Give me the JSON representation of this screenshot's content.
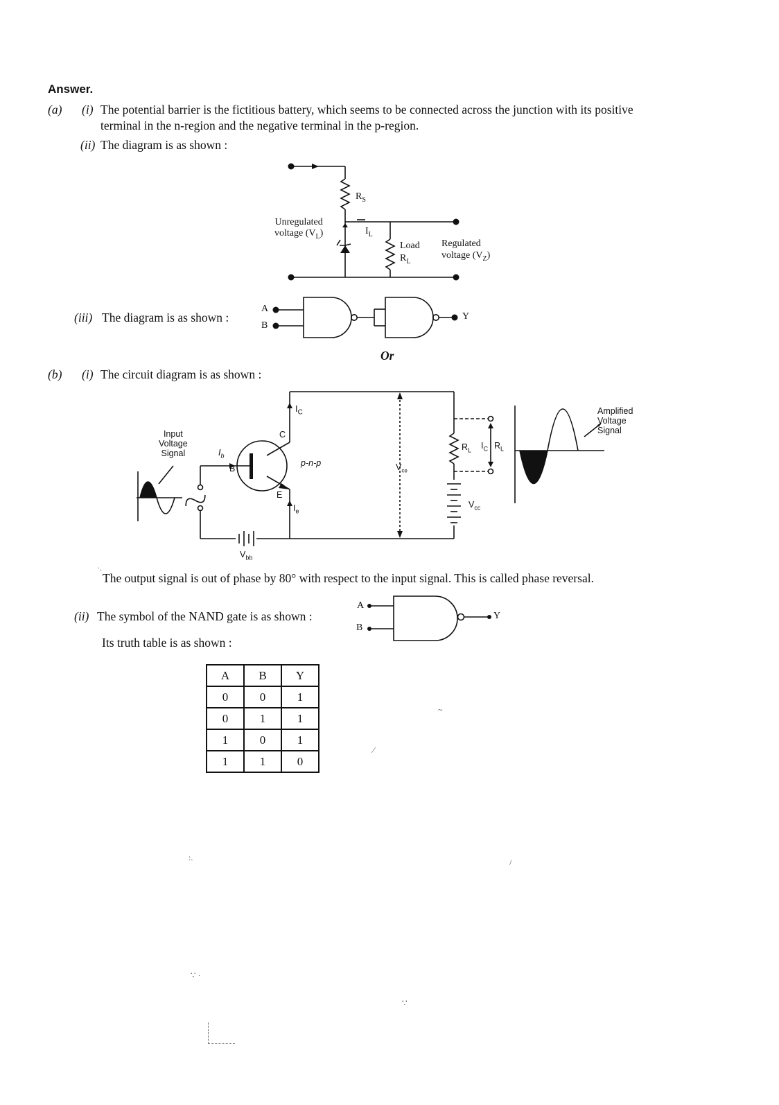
{
  "answer_heading": "Answer.",
  "part_a": {
    "label": "(a)",
    "i": {
      "label": "(i)",
      "line1": "The potential barrier is the fictitious battery, which seems to be connected across the junction with its positive",
      "line2": "terminal in the n-region and the negative terminal in the p-region."
    },
    "ii": {
      "label": "(ii)",
      "text": "The diagram is as shown :"
    },
    "zener": {
      "rs": "R",
      "rs_sub": "S",
      "il": "I",
      "il_sub": "L",
      "unreg_line1": "Unregulated",
      "unreg_line2": "voltage (V",
      "unreg_sub": "L",
      "load": "Load",
      "rl": "R",
      "rl_sub": "L",
      "reg_line1": "Regulated",
      "reg_line2": "voltage (V",
      "reg_sub": "Z"
    },
    "iii": {
      "label": "(iii)",
      "text": "The diagram is as shown :"
    },
    "and_gate": {
      "a": "A",
      "b": "B",
      "y": "Y"
    },
    "or_text": "Or"
  },
  "part_b": {
    "label": "(b)",
    "i": {
      "label": "(i)",
      "text": "The circuit diagram is as shown :"
    },
    "amp": {
      "input_line1": "Input",
      "input_line2": "Voltage",
      "input_line3": "Signal",
      "ib": "I",
      "ib_sub": "b",
      "b": "B",
      "c": "C",
      "e": "E",
      "ic": "I",
      "ic_sub": "C",
      "ie": "I",
      "ie_sub": "e",
      "pnp": "p-n-p",
      "vce": "V",
      "vce_sub": "ce",
      "rl": "R",
      "rl_sub": "L",
      "icrl": "I",
      "icrl_sub": "C",
      "icrl_r": "R",
      "icrl_r_sub": "L",
      "vcc": "V",
      "vcc_sub": "cc",
      "vbb": "V",
      "vbb_sub": "bb",
      "output_line1": "Amplified",
      "output_line2": "Voltage",
      "output_line3": "Signal"
    },
    "phase_text": "The output signal is out of phase by 80° with respect to the input signal. This is called phase reversal.",
    "ii": {
      "label": "(ii)",
      "text": "The symbol of the NAND gate is as shown :"
    },
    "nand": {
      "a": "A",
      "b": "B",
      "y": "Y"
    },
    "truth_intro": "Its truth table is as shown :",
    "truth_table": {
      "headers": [
        "A",
        "B",
        "Y"
      ],
      "rows": [
        [
          "0",
          "0",
          "1"
        ],
        [
          "0",
          "1",
          "1"
        ],
        [
          "1",
          "0",
          "1"
        ],
        [
          "1",
          "1",
          "0"
        ]
      ]
    }
  }
}
